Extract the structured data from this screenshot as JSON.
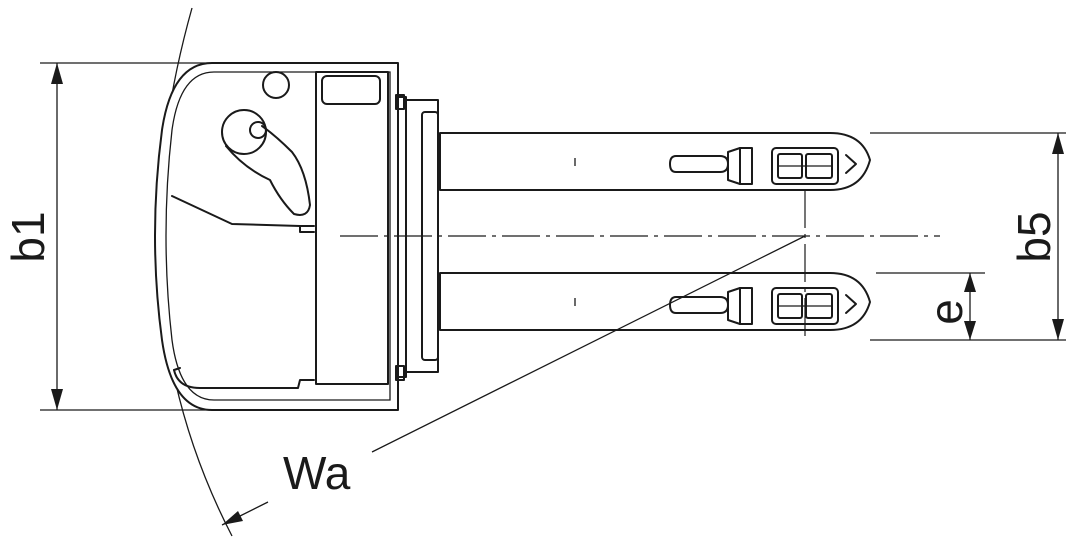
{
  "labels": {
    "b1": "b1",
    "b5": "b5",
    "e": "e",
    "wa": "Wa"
  }
}
